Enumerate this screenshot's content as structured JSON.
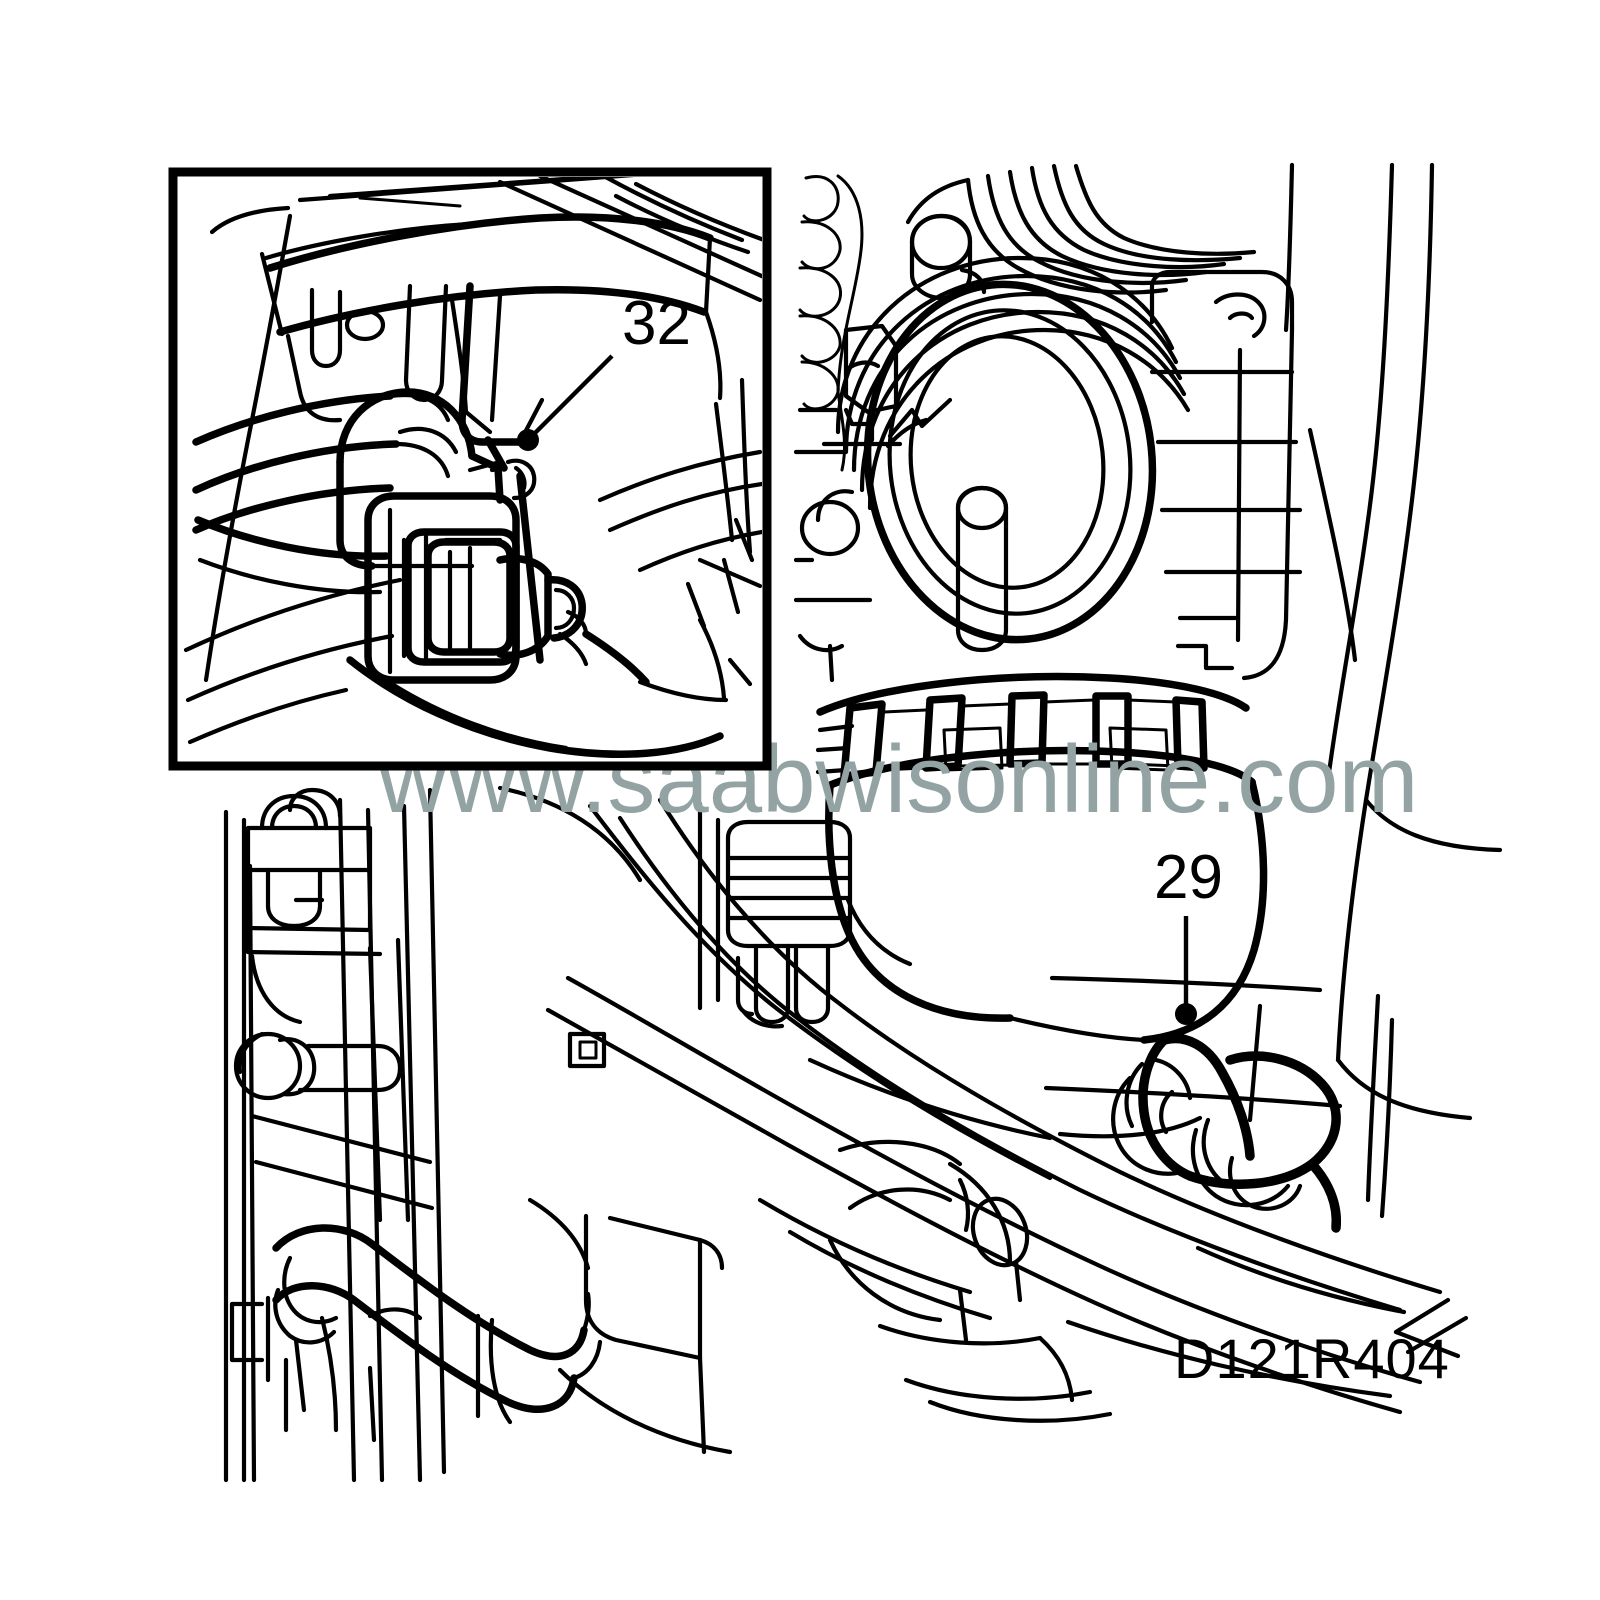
{
  "document": {
    "type": "technical-line-illustration",
    "title": "Saab engine bay component location diagram",
    "figure_code": "D121R404",
    "background_color": "#ffffff",
    "line_color": "#000000"
  },
  "watermark": {
    "text": "www.saabwisonline.com",
    "color": "#93a2a2"
  },
  "inset": {
    "name": "detail-view-box",
    "border_color": "#000000",
    "description": "Enlarged detail of bracket-mounted sensor / connector under chassis rail"
  },
  "callouts": [
    {
      "id": "callout-32",
      "label": "32",
      "location": "inset-detail-box",
      "leader": "diagonal-line-with-dot"
    },
    {
      "id": "callout-29",
      "label": "29",
      "location": "main-view-lower-right",
      "leader": "vertical-line-with-dot"
    }
  ],
  "figure_caption": {
    "code": "D121R404"
  }
}
